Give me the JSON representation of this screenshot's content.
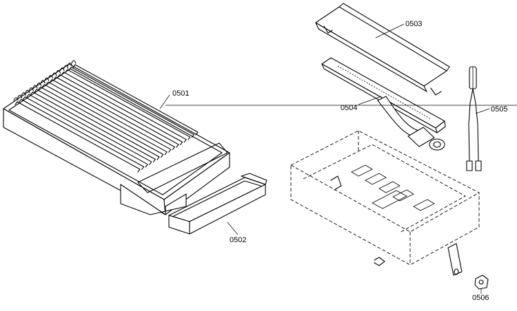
{
  "parts": [
    {
      "id": "0501",
      "label": "0501"
    },
    {
      "id": "0502",
      "label": "0502"
    },
    {
      "id": "0503",
      "label": "0503"
    },
    {
      "id": "0504",
      "label": "0504"
    },
    {
      "id": "0505",
      "label": "0505"
    },
    {
      "id": "0506",
      "label": "0506"
    }
  ]
}
